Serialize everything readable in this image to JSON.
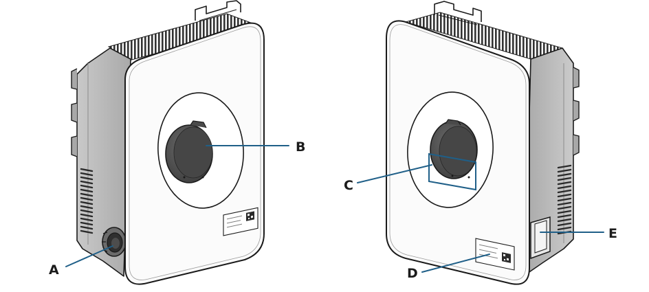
{
  "callouts": {
    "a": "A",
    "b": "B",
    "c": "C",
    "d": "D",
    "e": "E"
  },
  "colors": {
    "leader_line": "#1f5f88",
    "housing_side": "#bdbdbd",
    "front_panel": "#fbfbfb",
    "display_cover": "#505050",
    "outline": "#1a1a1a"
  }
}
